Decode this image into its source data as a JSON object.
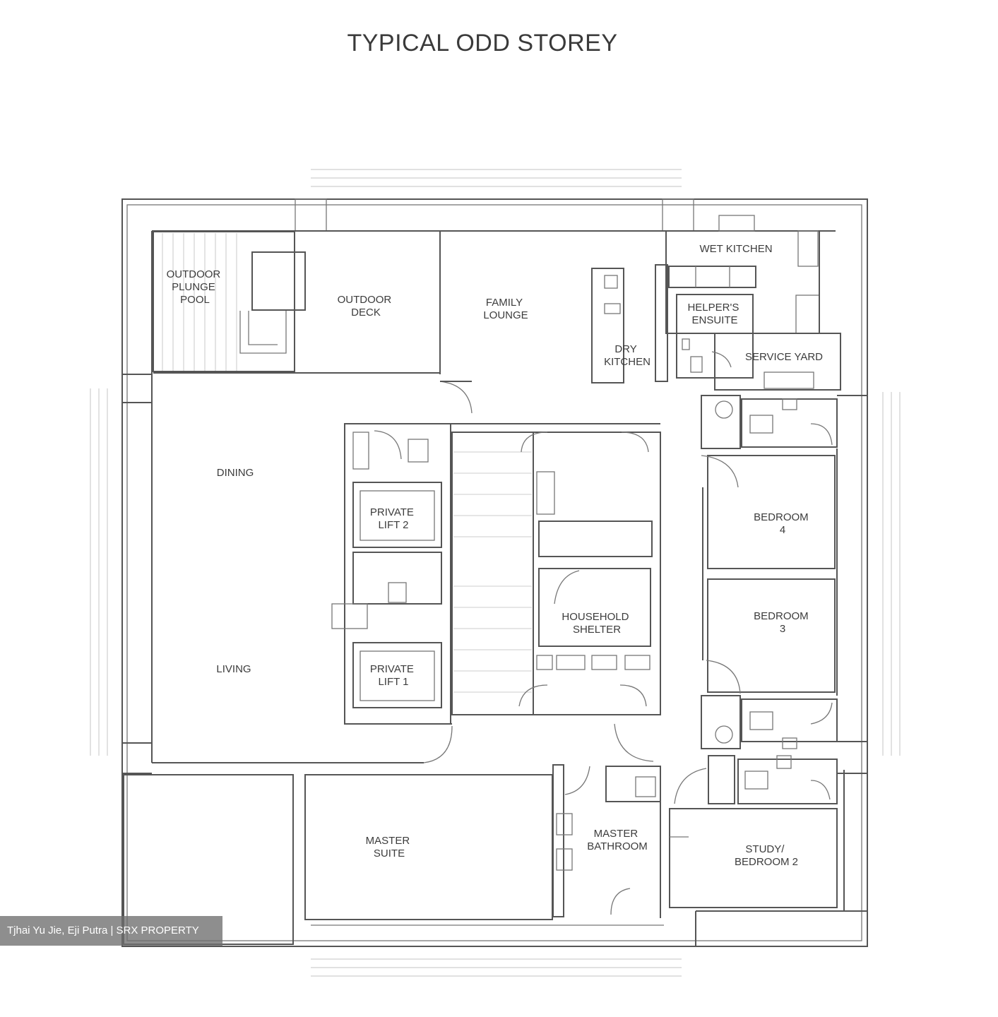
{
  "title": "TYPICAL ODD STOREY",
  "rooms": {
    "outdoor_plunge_pool": [
      "OUTDOOR",
      "PLUNGE",
      "POOL"
    ],
    "outdoor_deck": [
      "OUTDOOR",
      "DECK"
    ],
    "family_lounge": [
      "FAMILY",
      "LOUNGE"
    ],
    "dry_kitchen": [
      "DRY",
      "KITCHEN"
    ],
    "wet_kitchen": [
      "WET KITCHEN"
    ],
    "helpers_ensuite": [
      "HELPER'S",
      "ENSUITE"
    ],
    "service_yard": [
      "SERVICE YARD"
    ],
    "dining": [
      "DINING"
    ],
    "living": [
      "LIVING"
    ],
    "private_lift_2": [
      "PRIVATE",
      "LIFT 2"
    ],
    "private_lift_1": [
      "PRIVATE",
      "LIFT 1"
    ],
    "household_shelter": [
      "HOUSEHOLD",
      "SHELTER"
    ],
    "bedroom_4": [
      "BEDROOM",
      "4"
    ],
    "bedroom_3": [
      "BEDROOM",
      "3"
    ],
    "master_suite": [
      "MASTER",
      "SUITE"
    ],
    "master_bathroom": [
      "MASTER",
      "BATHROOM"
    ],
    "study_bedroom_2": [
      "STUDY/",
      "BEDROOM 2"
    ]
  },
  "credit": "Tjhai Yu Jie, Eji Putra | SRX PROPERTY"
}
